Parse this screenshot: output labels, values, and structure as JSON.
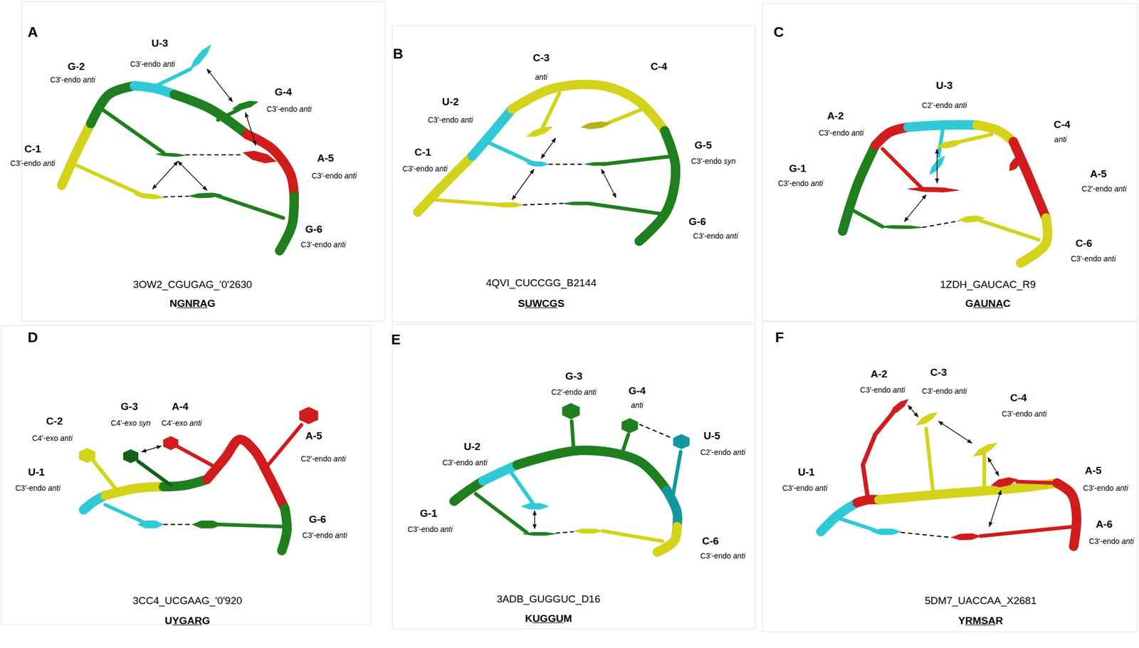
{
  "diagram": {
    "labels": [
      "A",
      "U-3",
      "C3'-endo anti",
      "G-2",
      "C3'-endo anti",
      "G-4",
      "C3'-endo anti",
      "C-1",
      "C3'-endo anti",
      "A-5",
      "C3'-endo anti",
      "G-6",
      "C3'-endo anti",
      "3OW2_CGUGAG_'0'2630",
      "NGNRAG",
      "B",
      "C-3",
      "anti",
      "U-2",
      "C3'-endo anti",
      "C-4",
      "C-1",
      "C3'-endo anti",
      "G-5",
      "C3'-endo syn",
      "G-6",
      "C3'-endo anti",
      "4QVI_CUCCGG_B2144",
      "SUWCGS",
      "C",
      "U-3",
      "C2'-endo anti",
      "A-2",
      "C3'-endo anti",
      "C-4",
      "anti",
      "G-1",
      "C3'-endo anti",
      "A-5",
      "C2'-endo anti",
      "C-6",
      "C3'-endo anti",
      "1ZDH_GAUCAC_R9",
      "GAUNAC",
      "D",
      "C-2",
      "C4'-exo anti",
      "G-3",
      "C4'-exo syn",
      "A-4",
      "C4'-exo anti",
      "A-5",
      "C2'-endo anti",
      "U-1",
      "C3'-endo anti",
      "G-6",
      "C3'-endo anti",
      "3CC4_UCGAAG_'0'920",
      "UYGARG",
      "E",
      "G-3",
      "C2'-endo anti",
      "G-4",
      "anti",
      "U-2",
      "C3'-endo anti",
      "U-5",
      "C2'-endo anti",
      "G-1",
      "C3'-endo anti",
      "C-6",
      "C3'-endo anti",
      "3ADB_GUGGUC_D16",
      "KUGGUM",
      "F",
      "A-2",
      "C3'-endo anti",
      "C-3",
      "C3'-endo anti",
      "C-4",
      "C3'-endo anti",
      "A-5",
      "C3'-endo anti",
      "U-1",
      "C3'-endo anti",
      "A-6",
      "C3'-endo anti",
      "5DM7_UACCAA_X2681",
      "YRMSAR"
    ]
  }
}
